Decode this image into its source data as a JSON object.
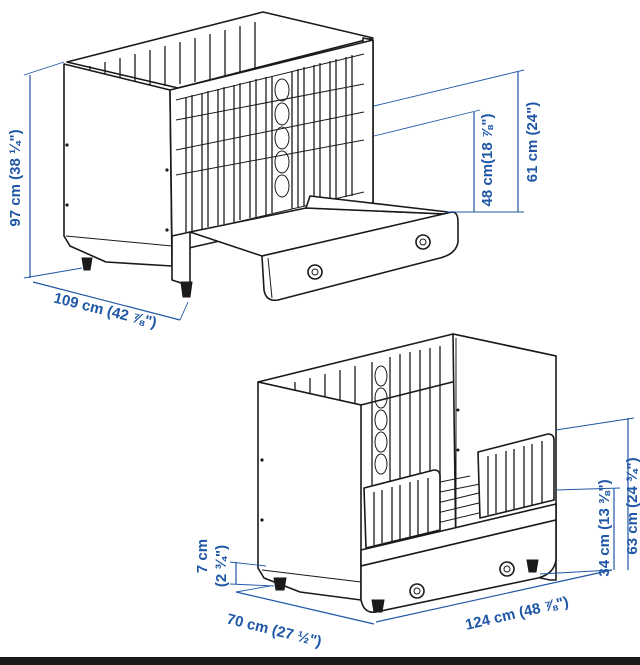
{
  "figure": {
    "crib_with_drawer": {
      "height": "97 cm (38 ¼\")",
      "width": "109 cm (42 ⅞\")",
      "rail_height_low": "48 cm(18 ⅞\")",
      "rail_height_high": "61 cm (24\")"
    },
    "junior_bed": {
      "leg_height": "7 cm",
      "leg_height_in": "(2 ¾\")",
      "depth": "70 cm (27 ½\")",
      "length": "124 cm (48 ⅞\")",
      "side_rail_height": "34 cm (13 ⅜\")",
      "total_height": "63 cm (24 ¾\")"
    }
  },
  "colors": {
    "dimension": "#1f57a6",
    "line_art": "#1a1a1a",
    "background": "#ffffff"
  }
}
